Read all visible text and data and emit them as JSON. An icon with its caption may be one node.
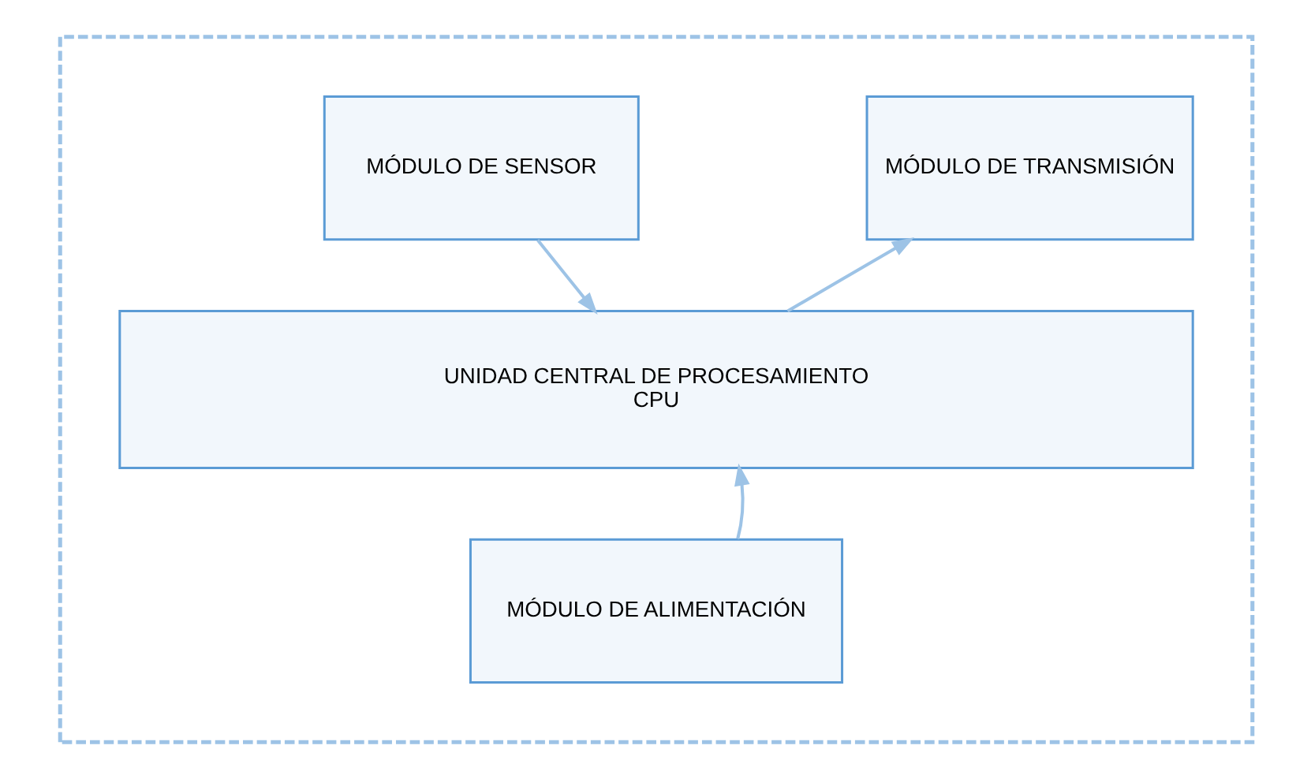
{
  "diagram": {
    "nodes": [
      {
        "text": [],
        "shape": "box"
      },
      {
        "text": [
          "MÓDULO DE SENSOR"
        ],
        "in": 0
      },
      {
        "text": [
          "MÓDULO DE TRANSMISIÓN"
        ],
        "in": 0
      },
      {
        "text": [
          "UNIDAD CENTRAL DE PROCESAMIENTO",
          "CPU"
        ],
        "in": 0
      },
      {
        "text": [
          "MÓDULO DE ALIMENTACIÓN"
        ],
        "in": 0
      }
    ],
    "edges": [
      {
        "from": 1,
        "to": 3,
        "arrow": "to"
      },
      {
        "from": 3,
        "to": 2,
        "arrow": "to"
      },
      {
        "from": 4,
        "to": 3,
        "arrow": "to"
      }
    ]
  }
}
